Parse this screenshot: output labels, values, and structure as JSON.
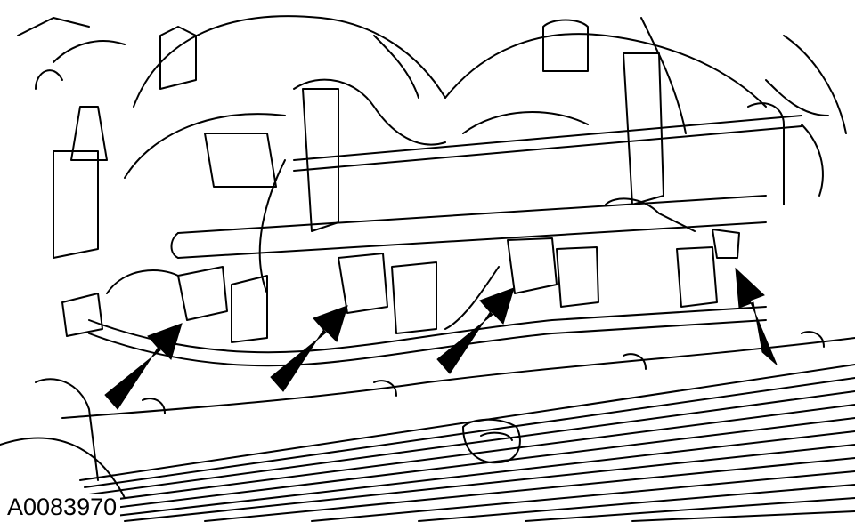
{
  "figure": {
    "id": "A0083970"
  },
  "colors": {
    "line": "#000000",
    "background": "#ffffff"
  },
  "callouts": [
    {
      "name": "arrow-injector-1",
      "tip": [
        0.21,
        0.62
      ]
    },
    {
      "name": "arrow-injector-2",
      "tip": [
        0.4,
        0.57
      ]
    },
    {
      "name": "arrow-injector-3",
      "tip": [
        0.59,
        0.56
      ]
    },
    {
      "name": "arrow-injector-4",
      "tip": [
        0.86,
        0.53
      ]
    }
  ]
}
